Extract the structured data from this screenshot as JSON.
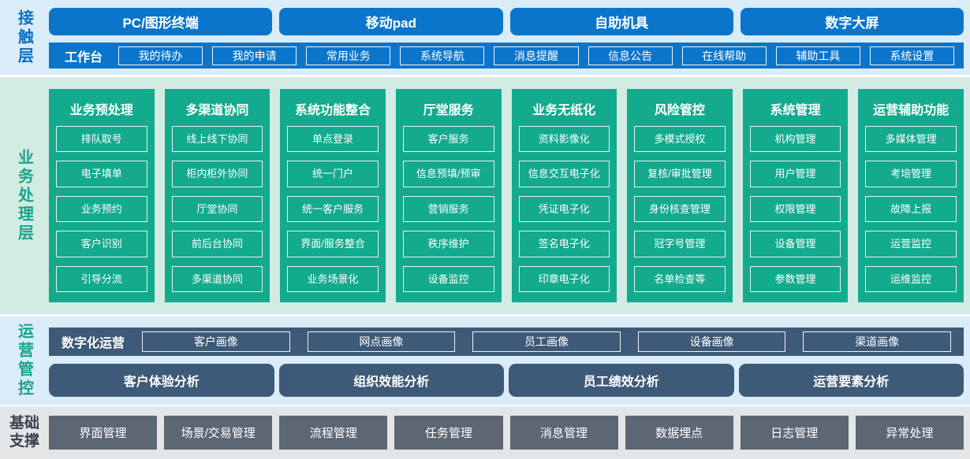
{
  "colors": {
    "primary_blue": "#0b75cb",
    "teal": "#14aa8d",
    "slate_blue": "#3d5a78",
    "gray": "#5d6773",
    "bg_blue": "#d9ecf8",
    "bg_green": "#d2ebe3",
    "bg_gray": "#e3e5e7"
  },
  "contact_layer": {
    "label": "接触层",
    "terminals": [
      "PC/图形终端",
      "移动pad",
      "自助机具",
      "数字大屏"
    ],
    "workbench": {
      "label": "工作台",
      "items": [
        "我的待办",
        "我的申请",
        "常用业务",
        "系统导航",
        "消息提醒",
        "信息公告",
        "在线帮助",
        "辅助工具",
        "系统设置"
      ]
    }
  },
  "business_layer": {
    "label": "业务处理层",
    "columns": [
      {
        "title": "业务预处理",
        "items": [
          "排队取号",
          "电子填单",
          "业务预约",
          "客户识别",
          "引导分流"
        ]
      },
      {
        "title": "多渠道协同",
        "items": [
          "线上线下协同",
          "柜内柜外协同",
          "厅堂协同",
          "前后台协同",
          "多渠道协同"
        ]
      },
      {
        "title": "系统功能整合",
        "items": [
          "单点登录",
          "统一门户",
          "统一客户服务",
          "界面/服务整合",
          "业务场景化"
        ]
      },
      {
        "title": "厅堂服务",
        "items": [
          "客户服务",
          "信息预填/预审",
          "营销服务",
          "秩序维护",
          "设备监控"
        ]
      },
      {
        "title": "业务无纸化",
        "items": [
          "资料影像化",
          "信息交互电子化",
          "凭证电子化",
          "签名电子化",
          "印章电子化"
        ]
      },
      {
        "title": "风险管控",
        "items": [
          "多模式授权",
          "复核/审批管理",
          "身份核查管理",
          "冠字号管理",
          "名单检查等"
        ]
      },
      {
        "title": "系统管理",
        "items": [
          "机构管理",
          "用户管理",
          "权限管理",
          "设备管理",
          "参数管理"
        ]
      },
      {
        "title": "运营辅助功能",
        "items": [
          "多媒体管理",
          "考培管理",
          "故障上报",
          "运营监控",
          "运维监控"
        ]
      }
    ]
  },
  "operation_layer": {
    "label": "运营管控",
    "digital_ops": {
      "label": "数字化运营",
      "items": [
        "客户画像",
        "网点画像",
        "员工画像",
        "设备画像",
        "渠道画像"
      ]
    },
    "analysis": [
      "客户体验分析",
      "组织效能分析",
      "员工绩效分析",
      "运营要素分析"
    ]
  },
  "foundation_layer": {
    "label": "基础支撑",
    "items": [
      "界面管理",
      "场景/交易管理",
      "流程管理",
      "任务管理",
      "消息管理",
      "数据埋点",
      "日志管理",
      "异常处理"
    ]
  }
}
